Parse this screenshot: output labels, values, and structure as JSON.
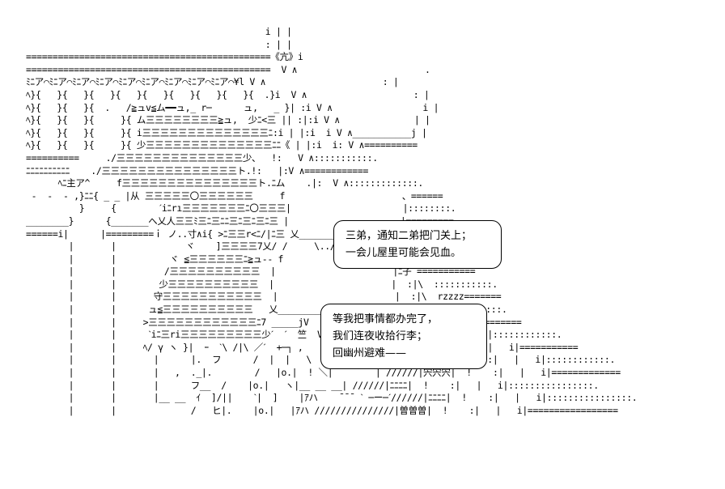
{
  "art_lines": [
    "                                             i | |",
    "                                             : | |",
    "==============================================《亢》i",
    "==============================================  V ∧                        .",
    "ﾐﾆア⌒ﾐﾆア⌒ﾐﾆア⌒ﾐﾆア⌒ﾐﾆア⌒ﾐﾆア⌒ﾐﾆア⌒ﾐﾆア⌒ﾐﾆア⌒¥l V ∧                      : |",
    "ﾍ}{   }{   }{   }{   }{   }{   }{   }{   }{  .}i  V ∧                    : |",
    "ﾍ}{   }{   }{  .   /≧ュv≦ム━━ュ,_ r─      ュ,   _ }| :i V ∧                 i |",
    "ﾍ}{   }{   }{     }{ ム三三三三三三三三≧ュ,  少ﾆ<三 || :|:i V ∧              | |",
    "ﾍ}{   }{   }{     }{ i三三三三三三三三三三三三三三ﾆ:i | |:i  i V ∧___________j |",
    "ﾍ}{   }{   }{     }{ 少三三三三三三三三三三三三三三ﾆﾆ《 | |:i  i: V ∧==========",
    "==========     ./三三三三三三三三三三三三三三少、  !:   V ∧:::::::::::.",
    "ﾆﾆﾆﾆﾆﾆﾆﾆﾆﾆ    ./三三三三三三三三三三三三三三三ト.!:   |:V ∧============",
    "      ﾍﾆ主ア^     f三三三三三三三三三三三三三三三ト.ﾆム    .|:  V ∧:::::::::::::.",
    " -  -  - ,}ﾆﾆ{ _ _ |从 三三三三三〇三三三三三三     f                      、======",
    "          }     {        ˊiﾆrı三三三三三三三ﾆ〇三三三|                     |::::::::.",
    "________}      {_______へ乂人三三ﾐ三ﾆ三ﾆﾆ三ﾆ三ﾆ三ﾆ三 |                     |=========",
    "======i|      |=========ｉ ノ..寸∧i{ >ﾆ三三r<ﾆ/|ﾆ三 乂_______________________ﾉ)):::::::::.",
    "        |       |             ヾ    ]三三三三7乂/ /     \\..//  @爻@爻@爻@爻@爻=========",
    "        |       |          ヾ ≦三三三三三三ﾆ≧ュ-- f                         、爻@::::::::::.",
    "        |       |         /三三三三三三三三三三  |                      |ﾆ子 ===========",
    "        |       |        少三三三三三三三三三三  |                      |  :|\\  :::::::::::.",
    "        |       |       守三三三三三三三三三三三  |                      |  :|\\  rzzzz=======",
    "        |       |      ュ≦三三三三三三三三三三   乂___________________ノ  _|   !刈辷{:::::::::.",
    "        |       |     >三三三三三三三三三三三三ﾆ7 _____jV            |  | 7   :|   |   i|========",
    "        |       |      ˋiﾆ三ri三三三三三三三三三少ˊ  ˊ  竺  V          |   .|/    :|   |   i|::::::::::::.",
    "        |       |     ﾍ/ γ ヽ }|  ｰ  ˋ\\ /|\\ ／ˊ  +─┐ ,    ヽ /////\\/ o^(^o^)!  !    :|   |   i|===========",
    "        |       |       |      |.  フ      /  |  |   \\      て─ー、へ /////V ﾆﾆﾆﾆ|  !    :|   |   i|::::::::::::.",
    "        |       |       |   ,  ._|.        /   |o.|  ! ＼|ˉˉ      | //////|宍宍宍|  !    :|   |   i|=============",
    "        |       |       |      フ__  /    |o.|   ヽ|__ __ __| //////|ﾆﾆﾆﾆ|  !    :|   |   i|::::::::::::::::.",
    "        |       |       |__ __  ｲ  ]/||    ˋ|  ]    |ｱハ    ˉˉˉ ˋ ─ー─ˊ//////|ﾆﾆﾆﾆ|  !    :|   |   i|::::::::::::::::.",
    "        |       |              /   ヒ|.    |o.|   |ｱハ ///////////////|曽曽曽|  !    :|   |   i|================="
  ],
  "dialogue": {
    "bubble_1": [
      "三弟，通知二弟把门关上；",
      "一会儿屋里可能会见血。"
    ],
    "bubble_2": [
      "等我把事情都办完了，",
      "我们连夜收拾行李；",
      "回幽州避难——"
    ]
  }
}
